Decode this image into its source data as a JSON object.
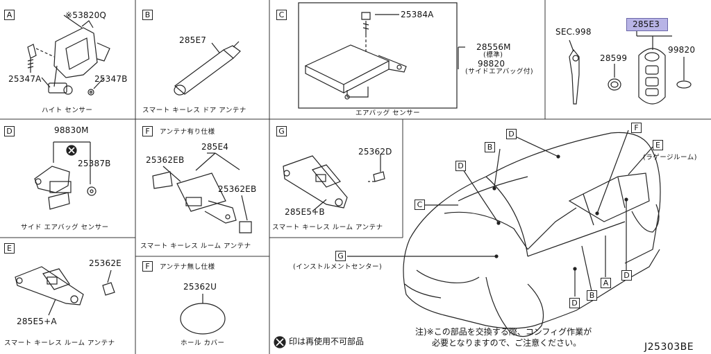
{
  "panels": {
    "A": {
      "letter": "A",
      "parts": [
        "※53820Q",
        "25347A",
        "25347B"
      ],
      "caption": "ハイト センサー"
    },
    "B": {
      "letter": "B",
      "parts": [
        "285E7"
      ],
      "caption": "スマート キーレス ドア アンテナ"
    },
    "C": {
      "letter": "C",
      "parts": [
        "25384A",
        "28556M",
        "(標準)",
        "98820",
        "(サイドエアバッグ付)"
      ],
      "caption": "エアバッグ センサー"
    },
    "key": {
      "parts": [
        "SEC.998",
        "285E3",
        "28599",
        "99820"
      ],
      "highlight_color": "#b8b4e6"
    },
    "D": {
      "letter": "D",
      "parts": [
        "98830M",
        "25387B"
      ],
      "caption": "サイド エアバッグ センサー"
    },
    "F1": {
      "letter": "F",
      "heading": "アンテナ有り仕様",
      "parts": [
        "285E4",
        "25362EB",
        "25362EB"
      ],
      "caption": "スマート キーレス ルーム アンテナ"
    },
    "G": {
      "letter": "G",
      "parts": [
        "25362D",
        "285E5+B"
      ],
      "caption": "スマート キーレス ルーム アンテナ"
    },
    "E": {
      "letter": "E",
      "parts": [
        "25362E",
        "285E5+A"
      ],
      "caption": "スマート キーレス ルーム アンテナ"
    },
    "F2": {
      "letter": "F",
      "heading": "アンテナ無し仕様",
      "parts": [
        "25362U"
      ],
      "caption": "ホール カバー"
    },
    "car": {
      "callouts": [
        "D",
        "B",
        "D",
        "C",
        "F",
        "E",
        "G",
        "A",
        "D",
        "B",
        "D"
      ],
      "labels": [
        "(ラゲージルーム)",
        "(インストルメントセンター)"
      ]
    }
  },
  "legend": {
    "icon": "x-circle-icon",
    "text": "印は再使用不可部品"
  },
  "note": {
    "line1": "注)※この部品を交換する際、コンフィグ作業が",
    "line2": "必要となりますので、ご注意ください。"
  },
  "diagram_code": "J25303BE"
}
